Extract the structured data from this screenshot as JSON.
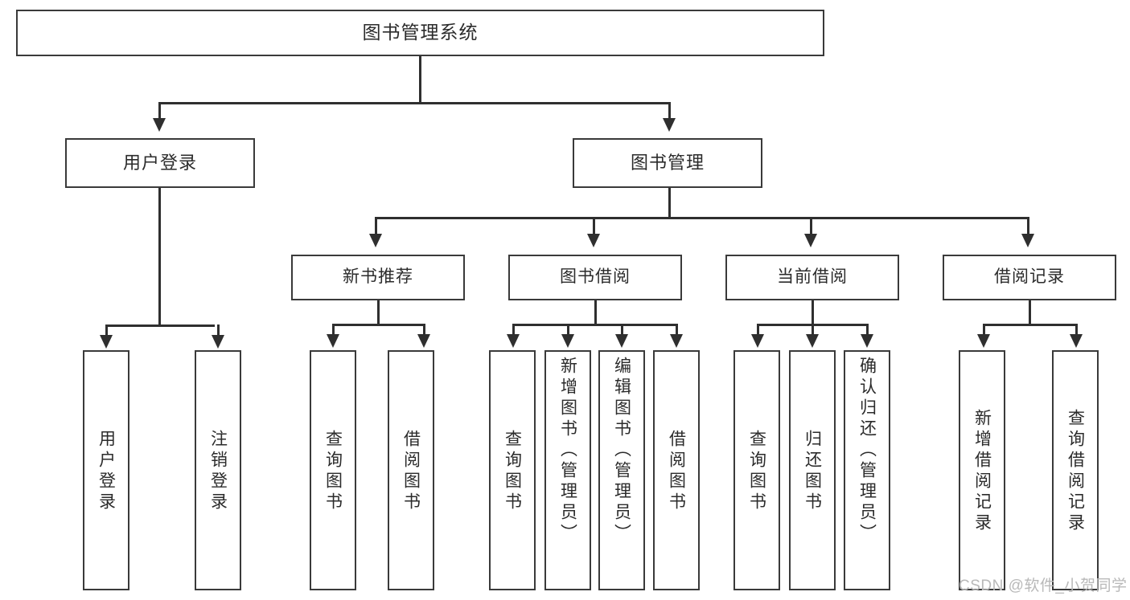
{
  "diagram": {
    "title": "图书管理系统",
    "type": "tree-hierarchy-chart",
    "watermark": "CSDN @软件_小贺同学",
    "colors": {
      "box_border": "#3a3a3a",
      "connector": "#2f2f2f",
      "background": "#ffffff",
      "text": "#2b2b2b",
      "watermark": "#b9b9b9"
    },
    "root": {
      "label": "图书管理系统"
    },
    "level1": [
      {
        "label": "用户登录"
      },
      {
        "label": "图书管理"
      }
    ],
    "level2": [
      {
        "label": "新书推荐"
      },
      {
        "label": "图书借阅"
      },
      {
        "label": "当前借阅"
      },
      {
        "label": "借阅记录"
      }
    ],
    "leaves": {
      "user_login": [
        {
          "label": "用户登录"
        },
        {
          "label": "注销登录"
        }
      ],
      "new_book_recommend": [
        {
          "label": "查询图书"
        },
        {
          "label": "借阅图书"
        }
      ],
      "book_borrow": [
        {
          "label": "查询图书"
        },
        {
          "label": "新增图书（管理员）"
        },
        {
          "label": "编辑图书（管理员）"
        },
        {
          "label": "借阅图书"
        }
      ],
      "current_borrow": [
        {
          "label": "查询图书"
        },
        {
          "label": "归还图书"
        },
        {
          "label": "确认归还（管理员）"
        }
      ],
      "borrow_record": [
        {
          "label": "新增借阅记录"
        },
        {
          "label": "查询借阅记录"
        }
      ]
    }
  }
}
